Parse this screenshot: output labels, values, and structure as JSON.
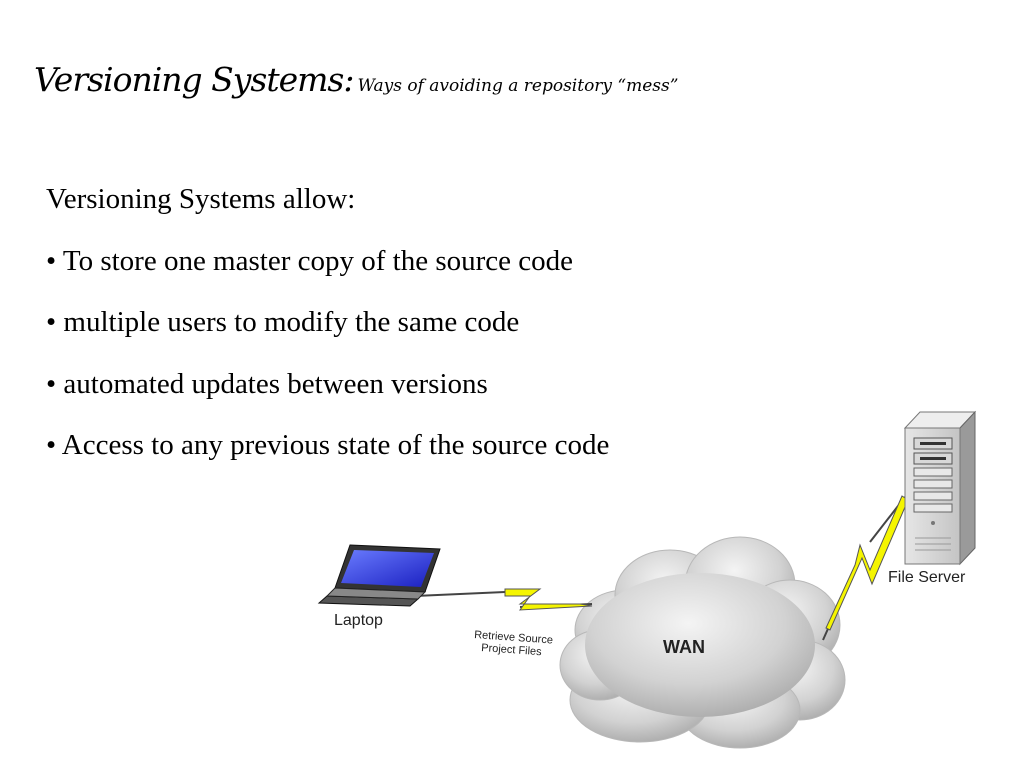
{
  "title": {
    "main": "Versioning Systems:",
    "subtitle": "Ways of avoiding a repository “mess”"
  },
  "body": {
    "intro": "Versioning Systems allow:",
    "bullets": [
      "• To store one master copy of the source code",
      "• multiple users to modify the same code",
      "• automated updates between versions",
      "• Access to any previous state of the source code"
    ]
  },
  "diagram": {
    "laptop_label": "Laptop",
    "link_label_line1": "Retrieve Source",
    "link_label_line2": "Project Files",
    "cloud_label": "WAN",
    "server_label": "File Server"
  }
}
